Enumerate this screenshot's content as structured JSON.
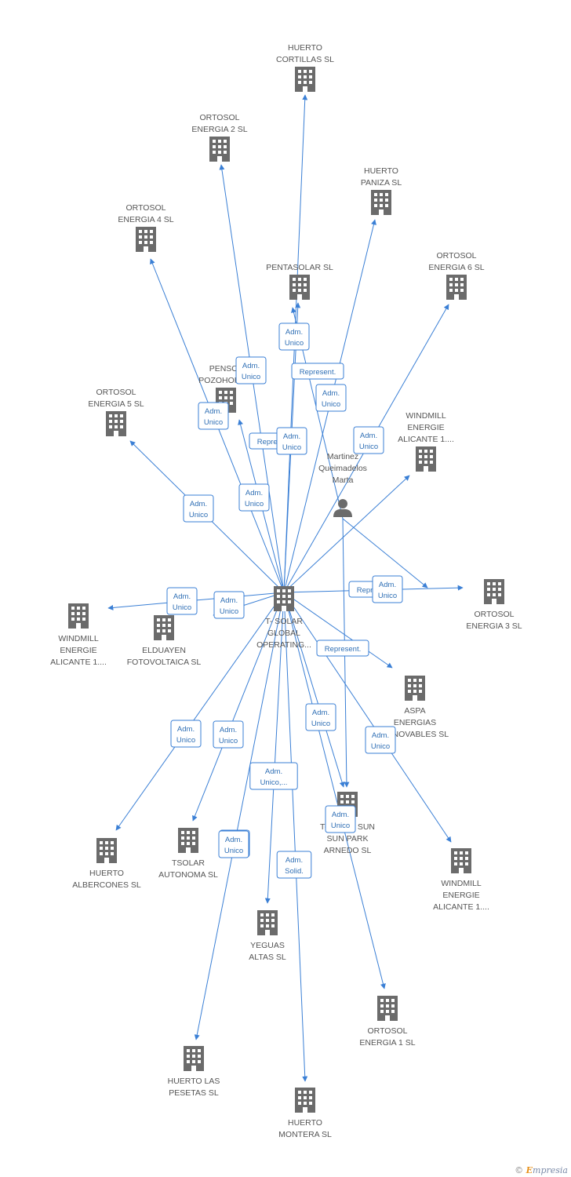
{
  "diagram": {
    "hub": {
      "id": "hub",
      "type": "company",
      "lines": [
        "T- SOLAR",
        "GLOBAL",
        "OPERATING..."
      ]
    },
    "person": {
      "id": "person",
      "type": "person",
      "lines": [
        "Martinez",
        "Queimadelos",
        "Marta"
      ]
    },
    "nodes": [
      {
        "id": "cortillas",
        "lines": [
          "HUERTO",
          "CORTILLAS SL"
        ]
      },
      {
        "id": "ortosol2",
        "lines": [
          "ORTOSOL",
          "ENERGIA 2 SL"
        ]
      },
      {
        "id": "paniza",
        "lines": [
          "HUERTO",
          "PANIZA SL"
        ]
      },
      {
        "id": "ortosol4",
        "lines": [
          "ORTOSOL",
          "ENERGIA 4 SL"
        ]
      },
      {
        "id": "pentasolar",
        "lines": [
          "PENTASOLAR SL"
        ]
      },
      {
        "id": "ortosol6",
        "lines": [
          "ORTOSOL",
          "ENERGIA 6 SL"
        ]
      },
      {
        "id": "pensol",
        "lines": [
          "PENSOL",
          "POZOHOND..."
        ]
      },
      {
        "id": "ortosol5",
        "lines": [
          "ORTOSOL",
          "ENERGIA 5 SL"
        ]
      },
      {
        "id": "windmill1",
        "lines": [
          "WINDMILL",
          "ENERGIE",
          "ALICANTE 1...."
        ]
      },
      {
        "id": "ortosol3",
        "lines": [
          "ORTOSOL",
          "ENERGIA 3 SL"
        ]
      },
      {
        "id": "windmill2",
        "lines": [
          "WINDMILL",
          "ENERGIE",
          "ALICANTE 1...."
        ]
      },
      {
        "id": "elduayen",
        "lines": [
          "ELDUAYEN",
          "FOTOVOLTAICA SL"
        ]
      },
      {
        "id": "aspa",
        "lines": [
          "ASPA",
          "ENERGIAS",
          "RENOVABLES SL"
        ]
      },
      {
        "id": "tsolarsun",
        "lines": [
          "T-SOLAR SUN",
          "SUN PARK",
          "ARNEDO SL"
        ]
      },
      {
        "id": "windmill3",
        "lines": [
          "WINDMILL",
          "ENERGIE",
          "ALICANTE 1...."
        ]
      },
      {
        "id": "albercones",
        "lines": [
          "HUERTO",
          "ALBERCONES SL"
        ]
      },
      {
        "id": "tsolarauto",
        "lines": [
          "TSOLAR",
          "AUTONOMA SL"
        ]
      },
      {
        "id": "yeguas",
        "lines": [
          "YEGUAS",
          "ALTAS SL"
        ]
      },
      {
        "id": "ortosol1",
        "lines": [
          "ORTOSOL",
          "ENERGIA 1 SL"
        ]
      },
      {
        "id": "pesetas",
        "lines": [
          "HUERTO LAS",
          "PESETAS SL"
        ]
      },
      {
        "id": "montera",
        "lines": [
          "HUERTO",
          "MONTERA SL"
        ]
      }
    ],
    "edges": [
      {
        "from": "hub",
        "to": "cortillas",
        "lines": [
          "Adm.",
          "Unico"
        ]
      },
      {
        "from": "hub",
        "to": "ortosol2",
        "lines": [
          "Adm.",
          "Unico"
        ]
      },
      {
        "from": "hub",
        "to": "ortosol4",
        "lines": [
          "Adm.",
          "Unico"
        ]
      },
      {
        "from": "hub",
        "to": "pentasolar",
        "lines": [
          "Represent."
        ]
      },
      {
        "from": "hub",
        "to": "paniza",
        "lines": [
          "Adm.",
          "Unico"
        ]
      },
      {
        "from": "hub",
        "to": "ortosol6",
        "lines": [
          "Adm.",
          "Unico"
        ]
      },
      {
        "from": "hub",
        "to": "pensol",
        "lines": [
          "Represent."
        ]
      },
      {
        "from": "hub",
        "to": "ortosol5",
        "lines": [
          "Adm.",
          "Unico"
        ]
      },
      {
        "from": "hub",
        "to": "windmill1",
        "lines": [
          "Adm.",
          "Unico"
        ]
      },
      {
        "from": "hub",
        "to": "elduayen",
        "lines": [
          "Adm.",
          "Unico"
        ]
      },
      {
        "from": "hub",
        "to": "ortosol3",
        "lines": [
          "Represent."
        ]
      },
      {
        "from": "hub",
        "to": "aspa",
        "lines": [
          "Represent."
        ]
      },
      {
        "from": "hub",
        "to": "windmill3",
        "lines": [
          "Adm.",
          "Unico"
        ]
      },
      {
        "from": "hub",
        "to": "tsolarsun",
        "lines": [
          "Adm.",
          "Unico"
        ]
      },
      {
        "from": "hub",
        "to": "albercones",
        "lines": [
          "Adm.",
          "Unico"
        ]
      },
      {
        "from": "hub",
        "to": "tsolarauto",
        "lines": [
          "Adm.",
          "Unico"
        ]
      },
      {
        "from": "hub",
        "to": "yeguas",
        "lines": [
          "Adm.",
          "Unico,..."
        ]
      },
      {
        "from": "hub",
        "to": "ortosol1",
        "lines": [
          "Adm.",
          "Unico"
        ]
      },
      {
        "from": "hub",
        "to": "pesetas",
        "lines": [
          "Adm.",
          "Unico"
        ]
      },
      {
        "from": "hub",
        "to": "montera",
        "lines": [
          "Adm.",
          "Solid."
        ]
      },
      {
        "from": "hub",
        "to": "windmill2",
        "lines": [
          "Adm.",
          "Unico"
        ]
      },
      {
        "from": "person",
        "to": "pentasolar",
        "lines": [
          "Adm.",
          "Unico"
        ]
      },
      {
        "from": "person",
        "to": "ortosol3",
        "lines": [
          "Adm.",
          "Unico"
        ]
      },
      {
        "from": "person",
        "to": "tsolarsun",
        "lines": [
          "Adm.",
          "Unico"
        ]
      }
    ]
  },
  "footer": {
    "copyright": "©",
    "brand_first": "E",
    "brand_rest": "mpresia"
  },
  "colors": {
    "edge": "#3a7fd5",
    "node_icon": "#6b6b6b",
    "label": "#555555",
    "edge_label": "#2f6fb5"
  }
}
